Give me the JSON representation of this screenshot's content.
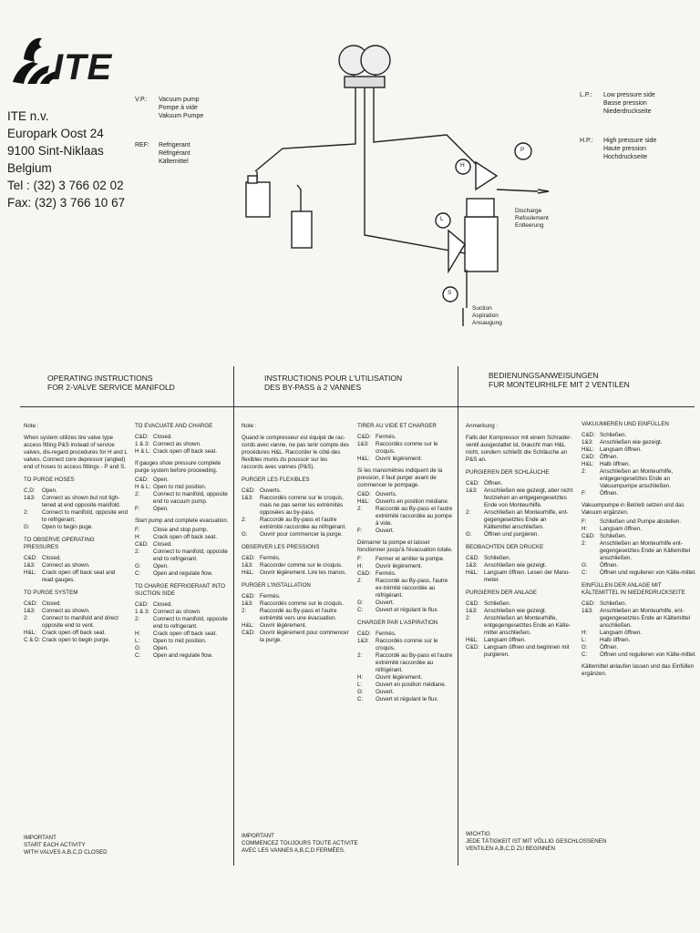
{
  "company": {
    "logo": "ITE",
    "name": "ITE n.v.",
    "street": "Europark Oost 24",
    "city": "9100 Sint-Niklaas",
    "country": "Belgium",
    "tel": "Tel : (32) 3 766 02 02",
    "fax": "Fax: (32) 3 766 10 67"
  },
  "legend_left": [
    {
      "key": "V.P.:",
      "lines": [
        "Vacuum pump",
        "Pompe à vide",
        "Vakuum Pumpe"
      ]
    },
    {
      "key": "REF:",
      "lines": [
        "Refrigerant",
        "Réfrigérant",
        "Kältemittel"
      ]
    }
  ],
  "legend_right": [
    {
      "key": "L.P.:",
      "lines": [
        "Low pressure side",
        "Basse pression",
        "Niederdruckseite"
      ]
    },
    {
      "key": "H.P.:",
      "lines": [
        "High pressure side",
        "Haute pression",
        "Hochdruckseite"
      ]
    }
  ],
  "diagram": {
    "discharge": [
      "Discharge",
      "Refoulement",
      "Entleerung"
    ],
    "suction": [
      "Suction",
      "Aspiration",
      "Ansaugung"
    ],
    "valve_h": "H",
    "valve_l": "L",
    "valve_s": "S",
    "valve_p": "P"
  },
  "titles": {
    "en": [
      "OPERATING INSTRUCTIONS",
      "FOR 2-VALVE SERVICE MANIFOLD"
    ],
    "fr": [
      "INSTRUCTIONS POUR L'UTILISATION",
      "DES BY-PASS à 2 VANNES"
    ],
    "de": [
      "BEDIENUNGSANWEISUNGEN",
      "FUR MONTEURHILFE MIT 2 VENTILEN"
    ]
  },
  "en1": {
    "note_head": "Note :",
    "note": "When system utilizes tire valve type access fitting P&S instead of service valves, dis-regard procedures for H and L valves. Connect core depressor (angled) end of hoses to access fittings - P and S.",
    "purge_hoses_head": "TO PURGE HOSES",
    "purge_hoses": [
      [
        "C,D:",
        "Open."
      ],
      [
        "1&3:",
        "Connect as shown but not tigh-tened at end opposite manifold."
      ],
      [
        "2:",
        "Connect to manifold, opposite end to refrigerant."
      ],
      [
        "G:",
        "Open to begin puge."
      ]
    ],
    "observe_head": "TO OBSERVE OPERATING PRESSURES",
    "observe": [
      [
        "C&D:",
        "Closed."
      ],
      [
        "1&3:",
        "Connect as shown."
      ],
      [
        "H&L:",
        "Crack open off back seat and read gauges."
      ]
    ],
    "purge_system_head": "TO PURGE SYSTEM",
    "purge_system": [
      [
        "C&D:",
        "Closed."
      ],
      [
        "1&3:",
        "Connect as shown."
      ],
      [
        "2:",
        "Connect to manifold and direct opposite end to vent."
      ],
      [
        "H&L:",
        "Crack open off back seat."
      ],
      [
        "C & D:",
        "Crack open to begin purge."
      ]
    ]
  },
  "en2": {
    "evac_head": "TO EVACUATE AND CHARGE",
    "evac1": [
      [
        "C&D:",
        "Closed."
      ],
      [
        "1 & 3:",
        "Connect as shown."
      ],
      [
        "H & L:",
        "Crack open off back seat."
      ]
    ],
    "evac_note": "If gauges show pressure complete purge system before proceeding.",
    "evac2": [
      [
        "C&D:",
        "Open."
      ],
      [
        "H & L:",
        "Open to mid position."
      ],
      [
        "2:",
        "Connect to manifold, opposite end to vacuum pump."
      ],
      [
        "F:",
        "Open."
      ]
    ],
    "evac_note2": "Start pump and complete evacuation.",
    "evac3": [
      [
        "F:",
        "Close and stop pump."
      ],
      [
        "H:",
        "Crack open off back seat."
      ],
      [
        "C&D:",
        "Closed."
      ],
      [
        "2:",
        "Connect to manifold, opposite end to refrigerant."
      ],
      [
        "G:",
        "Open."
      ],
      [
        "C:",
        "Open and regulate flow."
      ]
    ],
    "charge_head": "TO CHARGE REFRIGERANT INTO SUCTION SIDE",
    "charge": [
      [
        "C&D:",
        "Closed."
      ],
      [
        "1 & 3:",
        "Connect as shown."
      ],
      [
        "2:",
        "Connect to manifold, opposite end to refrigerant."
      ],
      [
        "H:",
        "Crack open off back seat."
      ],
      [
        "L:",
        "Open to mid position."
      ],
      [
        "G:",
        "Open."
      ],
      [
        "C:",
        "Open and regulate flow."
      ]
    ]
  },
  "fr1": {
    "note_head": "Note :",
    "note": "Quand le compresseur est équipé de rac-cords avec vanne, ne pas tenir compte des procédures H&L. Raccorder le côté des flexibles munis du poussoir sur les raccords avec vannes (P&S).",
    "purge_head": "PURGER LES FLEXIBLES",
    "purge": [
      [
        "C&D:",
        "Ouverts."
      ],
      [
        "1&3:",
        "Raccordés comme sur le croquis, mais ne pas serrer les extrémités opposées au by-pass."
      ],
      [
        "2:",
        "Raccordé au By-pass et l'autre extrémité raccordée au réfrigérant."
      ],
      [
        "G:",
        "Ouvrir pour commencer la purge."
      ]
    ],
    "observe_head": "OBSERVER LES PRESSIONS",
    "observe": [
      [
        "C&D:",
        "Fermés."
      ],
      [
        "1&3:",
        "Raccorder comme sur le croquis."
      ],
      [
        "H&L:",
        "Ouvrir légèrement. Lire les manos."
      ]
    ],
    "install_head": "PURGER L'INSTALLATION",
    "install": [
      [
        "C&D:",
        "Fermés."
      ],
      [
        "1&3:",
        "Raccordés comme sur le croquis."
      ],
      [
        "2:",
        "Raccordé au By-pass et l'autre extrémité vers une évacuation."
      ],
      [
        "H&L:",
        "Ouvrir légèrement."
      ],
      [
        "C&D:",
        "Ouvrir légèrement pour commencer la purge."
      ]
    ]
  },
  "fr2": {
    "evac_head": "TIRER AU VIDE ET CHARGER",
    "evac1": [
      [
        "C&D:",
        "Fermés."
      ],
      [
        "1&3:",
        "Raccordés comme sur le croquis."
      ],
      [
        "H&L:",
        "Ouvrir légèrement."
      ]
    ],
    "evac_note": "Si les manomètres indiquent de la pression, il faut purger avant de commencer le pompage.",
    "evac2": [
      [
        "C&D:",
        "Ouverts."
      ],
      [
        "H&L:",
        "Ouverts en position médiane."
      ],
      [
        "2:",
        "Raccordé au By-pass et l'autre extrémité raccordée au pompe à vide."
      ],
      [
        "F:",
        "Ouvert."
      ]
    ],
    "evac_note2": "Démarrer la pompe et laisser fonctionner jusqu'à l'évacuation totale.",
    "evac3": [
      [
        "F:",
        "Fermer et arrêter la pompe."
      ],
      [
        "H:",
        "Ouvrir légèrement."
      ],
      [
        "C&D:",
        "Fermés."
      ],
      [
        "2:",
        "Raccordé au By-pass, l'autre ex-trémité raccordée au réfrigérant."
      ],
      [
        "G:",
        "Ouvert."
      ],
      [
        "C:",
        "Ouvert et régulant le flux."
      ]
    ],
    "charge_head": "CHARGER PAR L'ASPIRATION",
    "charge": [
      [
        "C&D:",
        "Fermés."
      ],
      [
        "1&3:",
        "Raccordés comme sur le croquis."
      ],
      [
        "2:",
        "Raccordé au By-pass et l'autre extrémité raccordée au réfrigérant."
      ],
      [
        "H:",
        "Ouvrir légèrement."
      ],
      [
        "L:",
        "Ouvert en position médiane."
      ],
      [
        "G:",
        "Ouvert."
      ],
      [
        "C:",
        "Ouvert et régulant le flux."
      ]
    ]
  },
  "de1": {
    "note_head": "Anmerkung :",
    "note": "Falls der Kompressor mit einem Schrader-ventil ausgestattet ist, braucht man H&L nicht, sondern schließt die Schläuche an P&S an.",
    "purge_head": "PURGIEREN DER SCHLÄUCHE",
    "purge": [
      [
        "C&D:",
        "Öffnen."
      ],
      [
        "1&3:",
        "Anschließen wie gezeigt, aber nicht festziehen an entgegengesetztes Ende von Monteurhilfe."
      ],
      [
        "2:",
        "Anschließen an Monteurhilfe, ent-gegengesetztes Ende an Kältemittel anschließen."
      ],
      [
        "G:",
        "Öffnen und purgieren."
      ]
    ],
    "observe_head": "BEOBACHTEN DER DRUCKE",
    "observe": [
      [
        "C&D:",
        "Schließen."
      ],
      [
        "1&3:",
        "Anschließen wie gezeigt."
      ],
      [
        "H&L:",
        "Langsam öffnen. Lesen der Mano-meter."
      ]
    ],
    "install_head": "PURGIEREN DER ANLAGE",
    "install": [
      [
        "C&D:",
        "Schließen."
      ],
      [
        "1&3:",
        "Anschließen wie gezeigt."
      ],
      [
        "2:",
        "Anschließen an Monteurhilfe, entgegengesetztes Ende an Kälte-mittel anschließen."
      ],
      [
        "H&L:",
        "Langsam öffnen."
      ],
      [
        "C&D:",
        "Langsam öffnen und beginnen mit purgieren."
      ]
    ]
  },
  "de2": {
    "evac_head": "VAKUUMIEREN UND EINFÜLLEN",
    "evac1": [
      [
        "C&D:",
        "Schließen."
      ],
      [
        "1&3:",
        "Anschließen wie gezeigt."
      ],
      [
        "H&L:",
        "Langsam öffnen."
      ],
      [
        "C&D:",
        "Öffnen."
      ],
      [
        "H&L:",
        "Halb öffnen."
      ],
      [
        "2:",
        "Anschließen an Monteurhilfe, entgegengesetztes Ende an Vakuumpumpe anschließen."
      ],
      [
        "F:",
        "Öffnen."
      ]
    ],
    "evac_note": "Vakuumpumpe in Betrieb setzen und das Vakuum ergänzen.",
    "evac2": [
      [
        "F:",
        "Schließen und Pumpe abstellen."
      ],
      [
        "H:",
        "Langsam öffnen."
      ],
      [
        "C&D:",
        "Schließen."
      ],
      [
        "2:",
        "Anschließen an Monteurhilfe ent-gegengesetztes Ende an Kältemittel anschließen."
      ],
      [
        "G:",
        "Öffnen."
      ],
      [
        "C:",
        "Öffnen und regulieren von Kälte-mittel."
      ]
    ],
    "charge_head": "EINFÜLLEN DER ANLAGE MIT KÄLTEMITTEL IN NIEDERDRUCKSEITE",
    "charge": [
      [
        "C&D:",
        "Schließen."
      ],
      [
        "1&3:",
        "Anschließen an Monteurhilfe, ent-gegengesetztes Ende an Kältemittel anschließen."
      ],
      [
        "H:",
        "Langsam öffnen."
      ],
      [
        "L:",
        "Halb öffnen."
      ],
      [
        "G:",
        "Öffnen."
      ],
      [
        "C:",
        "Öffnen und regulieren von Kälte-mittel."
      ]
    ],
    "charge_note": "Kältemittel anlaufen lassen und das Einfüllen ergänzen."
  },
  "important": {
    "en": [
      "IMPORTANT",
      "START EACH ACTIVITY",
      "WITH VALVES A,B,C,D CLOSED"
    ],
    "fr": [
      "IMPORTANT",
      "COMMENCEZ TOUJOURS TOUTE ACTIVITE",
      "AVEC LES VANNES A,B,C,D FERMÉES."
    ],
    "de": [
      "WICHTIG",
      "JEDE TÄTIGKEIT IST MIT VÖLLIG GESCHLOSSENEN",
      "VENTILEN A,B,C,D ZU BEGINNEN"
    ]
  }
}
